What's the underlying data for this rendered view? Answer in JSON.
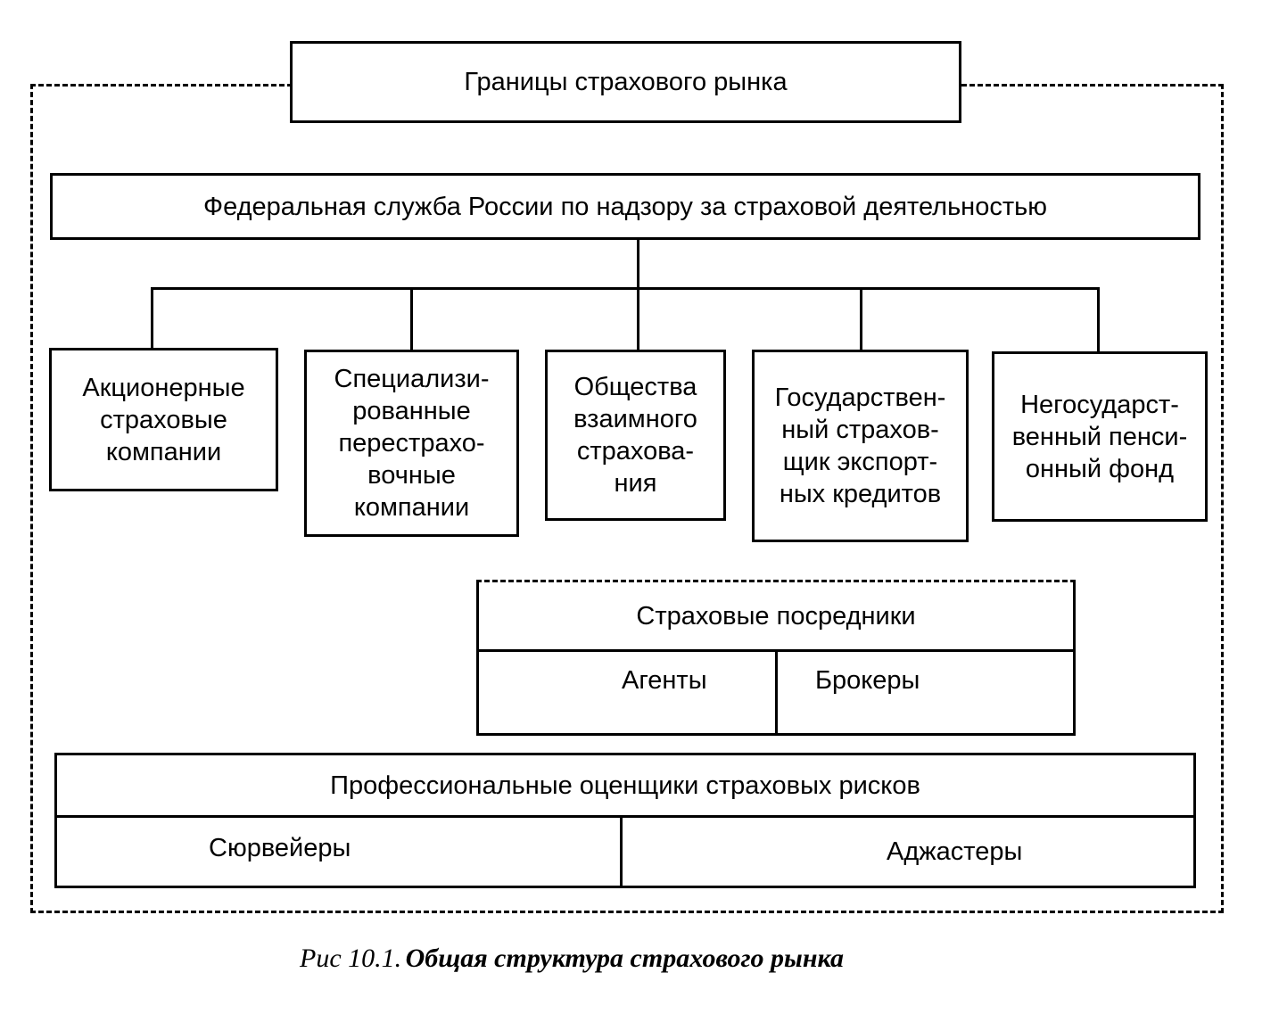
{
  "boundary_title": "Границы страхового рынка",
  "regulator": "Федеральная служба России по надзору за страховой деятельностью",
  "participants": [
    "Акционерные\nстраховые\nкомпании",
    "Специализи-\nрованные\nперестрахо-\nвочные\nкомпании",
    "Общества\nвзаимного\nстрахова-\nния",
    "Государствен-\nный страхов-\nщик экспорт-\nных кредитов",
    "Негосударст-\nвенный пенси-\nонный фонд"
  ],
  "intermediaries": {
    "title": "Страховые посредники",
    "items": [
      "Агенты",
      "Брокеры"
    ]
  },
  "assessors": {
    "title": "Профессиональные оценщики страховых рисков",
    "items": [
      "Сюрвейеры",
      "Аджастеры"
    ]
  },
  "caption": {
    "prefix": "Рис 10.1.",
    "text": "Общая структура страхового рынка"
  }
}
